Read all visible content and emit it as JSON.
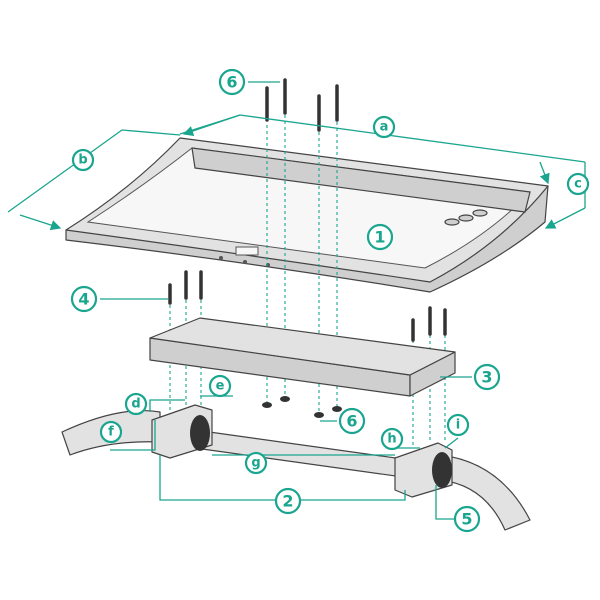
{
  "diagram": {
    "accent_color": "#1aa58f",
    "callouts": {
      "part_1": "1",
      "part_2": "2",
      "part_3": "3",
      "part_4": "4",
      "part_5": "5",
      "part_6_top": "6",
      "part_6_bottom": "6"
    },
    "dimensions": {
      "a": "a",
      "b": "b",
      "c": "c",
      "d": "d",
      "e": "e",
      "f": "f",
      "g": "g",
      "h": "h",
      "i": "i"
    }
  }
}
